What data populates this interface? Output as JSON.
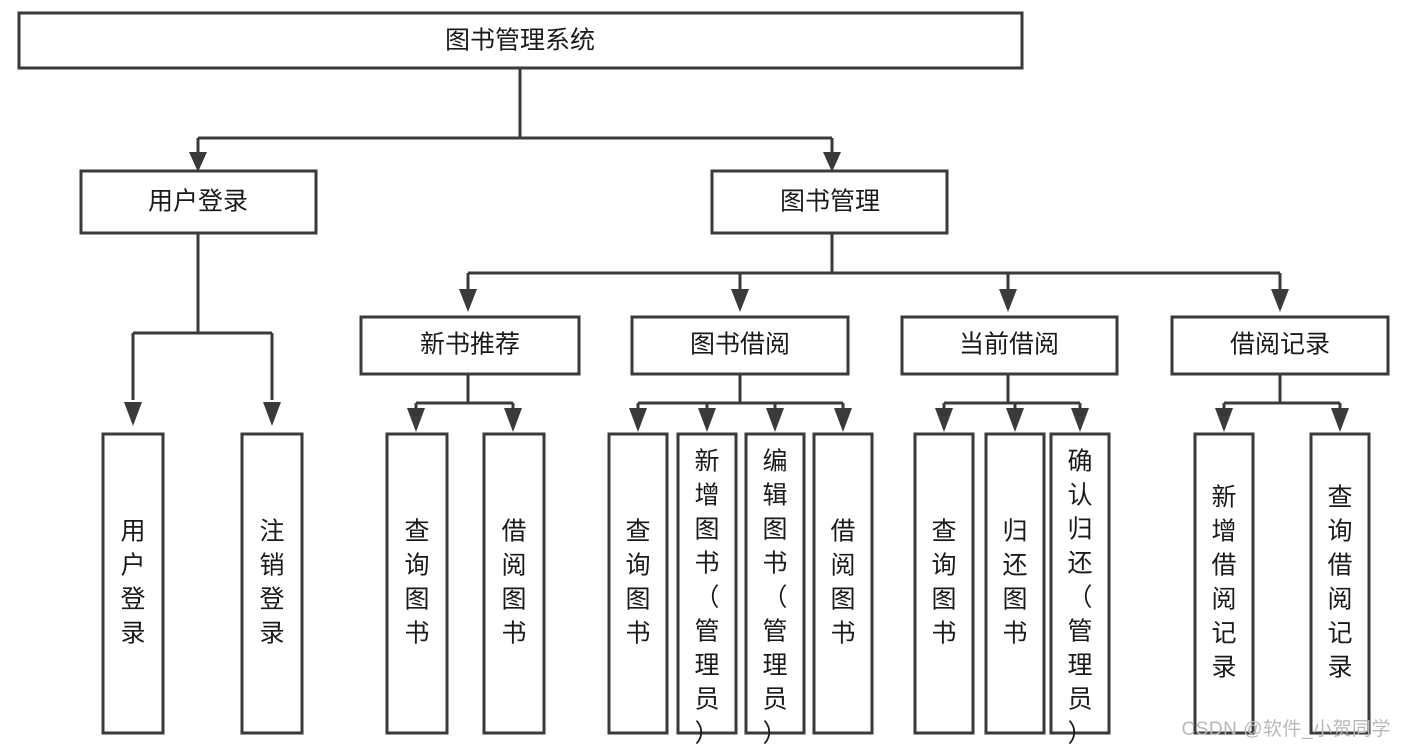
{
  "diagram": {
    "type": "tree",
    "title": "图书管理系统",
    "orientation": "top-down",
    "colors": {
      "box_stroke": "#3a3a3a",
      "box_fill": "#ffffff",
      "text": "#1a1a1a",
      "background": "#ffffff",
      "watermark": "#b8b8b8"
    },
    "nodes": {
      "root": {
        "label": "图书管理系统",
        "level": 0,
        "orientation": "horizontal"
      },
      "l1_user_login": {
        "label": "用户登录",
        "level": 1,
        "orientation": "horizontal"
      },
      "l1_book_manage": {
        "label": "图书管理",
        "level": 1,
        "orientation": "horizontal"
      },
      "l2_new_book_rec": {
        "label": "新书推荐",
        "level": 2,
        "orientation": "horizontal"
      },
      "l2_book_borrow": {
        "label": "图书借阅",
        "level": 2,
        "orientation": "horizontal"
      },
      "l2_current_borrow": {
        "label": "当前借阅",
        "level": 2,
        "orientation": "horizontal"
      },
      "l2_borrow_record": {
        "label": "借阅记录",
        "level": 2,
        "orientation": "horizontal"
      },
      "l3_user_login": {
        "label": "用户登录",
        "level": 3,
        "orientation": "vertical"
      },
      "l3_logout_login": {
        "label": "注销登录",
        "level": 3,
        "orientation": "vertical"
      },
      "l3_query_book_a": {
        "label": "查询图书",
        "level": 3,
        "orientation": "vertical"
      },
      "l3_borrow_book_a": {
        "label": "借阅图书",
        "level": 3,
        "orientation": "vertical"
      },
      "l3_query_book_b": {
        "label": "查询图书",
        "level": 3,
        "orientation": "vertical"
      },
      "l3_add_book": {
        "label": "新增图书（管理员）",
        "level": 3,
        "orientation": "vertical"
      },
      "l3_edit_book": {
        "label": "编辑图书（管理员）",
        "level": 3,
        "orientation": "vertical"
      },
      "l3_borrow_book_b": {
        "label": "借阅图书",
        "level": 3,
        "orientation": "vertical"
      },
      "l3_query_book_c": {
        "label": "查询图书",
        "level": 3,
        "orientation": "vertical"
      },
      "l3_return_book": {
        "label": "归还图书",
        "level": 3,
        "orientation": "vertical"
      },
      "l3_confirm_return": {
        "label": "确认归还（管理员）",
        "level": 3,
        "orientation": "vertical"
      },
      "l3_add_record": {
        "label": "新增借阅记录",
        "level": 3,
        "orientation": "vertical"
      },
      "l3_query_record": {
        "label": "查询借阅记录",
        "level": 3,
        "orientation": "vertical"
      }
    },
    "edges": [
      {
        "from": "root",
        "to": "l1_user_login"
      },
      {
        "from": "root",
        "to": "l1_book_manage"
      },
      {
        "from": "l1_user_login",
        "to": "l3_user_login"
      },
      {
        "from": "l1_user_login",
        "to": "l3_logout_login"
      },
      {
        "from": "l1_book_manage",
        "to": "l2_new_book_rec"
      },
      {
        "from": "l1_book_manage",
        "to": "l2_book_borrow"
      },
      {
        "from": "l1_book_manage",
        "to": "l2_current_borrow"
      },
      {
        "from": "l1_book_manage",
        "to": "l2_borrow_record"
      },
      {
        "from": "l2_new_book_rec",
        "to": "l3_query_book_a"
      },
      {
        "from": "l2_new_book_rec",
        "to": "l3_borrow_book_a"
      },
      {
        "from": "l2_book_borrow",
        "to": "l3_query_book_b"
      },
      {
        "from": "l2_book_borrow",
        "to": "l3_add_book"
      },
      {
        "from": "l2_book_borrow",
        "to": "l3_edit_book"
      },
      {
        "from": "l2_book_borrow",
        "to": "l3_borrow_book_b"
      },
      {
        "from": "l2_current_borrow",
        "to": "l3_query_book_c"
      },
      {
        "from": "l2_current_borrow",
        "to": "l3_return_book"
      },
      {
        "from": "l2_current_borrow",
        "to": "l3_confirm_return"
      },
      {
        "from": "l2_borrow_record",
        "to": "l3_add_record"
      },
      {
        "from": "l2_borrow_record",
        "to": "l3_query_record"
      }
    ]
  },
  "watermark": {
    "text": "CSDN @软件_小贺同学"
  }
}
